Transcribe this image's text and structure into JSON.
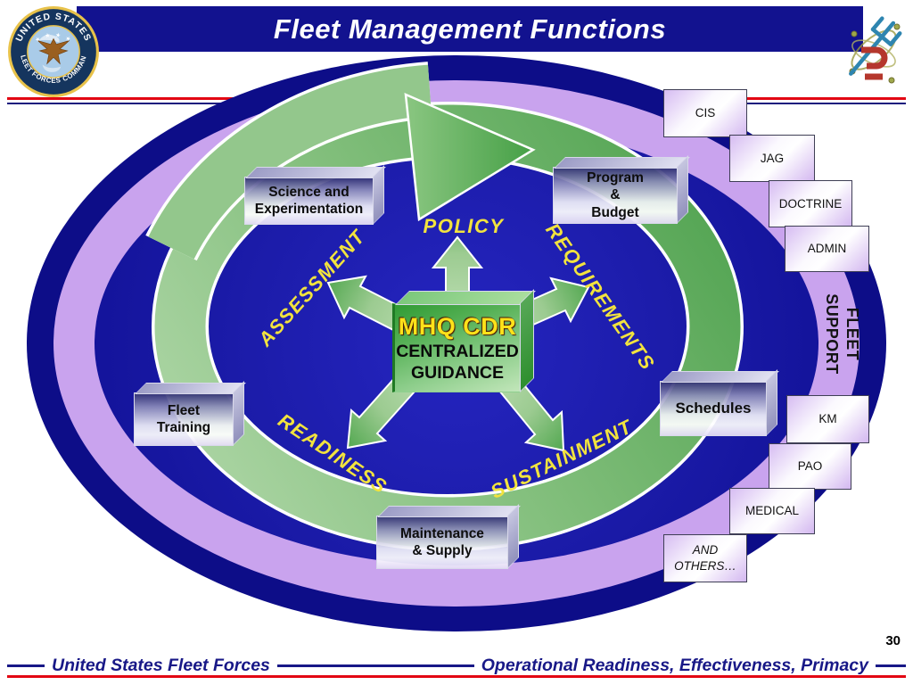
{
  "slide": {
    "title": "Fleet Management Functions",
    "page_number": "30",
    "footer_left": "United States Fleet Forces",
    "footer_right": "Operational Readiness, Effectiveness, Primacy"
  },
  "seal": {
    "top": "UNITED STATES",
    "bottom": "FLEET FORCES COMMAND",
    "stars": "★ ★ ★ ★"
  },
  "hub": {
    "title": "MHQ CDR",
    "subtitle": "CENTRALIZED\nGUIDANCE"
  },
  "cycle": {
    "policy": "POLICY",
    "requirements": "REQUIREMENTS",
    "sustainment": "SUSTAINMENT",
    "readiness": "READINESS",
    "assessment": "ASSESSMENT"
  },
  "functions": {
    "science": "Science and\nExperimentation",
    "program": "Program\n&\nBudget",
    "fleet_training": "Fleet\nTraining",
    "schedules": "Schedules",
    "maintenance": "Maintenance\n& Supply"
  },
  "fleet_support": {
    "label": "FLEET\nSUPPORT",
    "tiles": [
      "CIS",
      "JAG",
      "DOCTRINE",
      "ADMIN",
      "KM",
      "PAO",
      "MEDICAL",
      "AND\nOTHERS…"
    ]
  },
  "colors": {
    "banner_navy": "#12128f",
    "outer_ellipse_navy": "#0d0d88",
    "ring_purple": "#c9a3ee",
    "inner_blue": "#1c1caa",
    "cycle_green": "#5ca85c",
    "label_yellow": "#f2e33e",
    "accent_red": "#e30613",
    "footer_navy": "#181887"
  }
}
